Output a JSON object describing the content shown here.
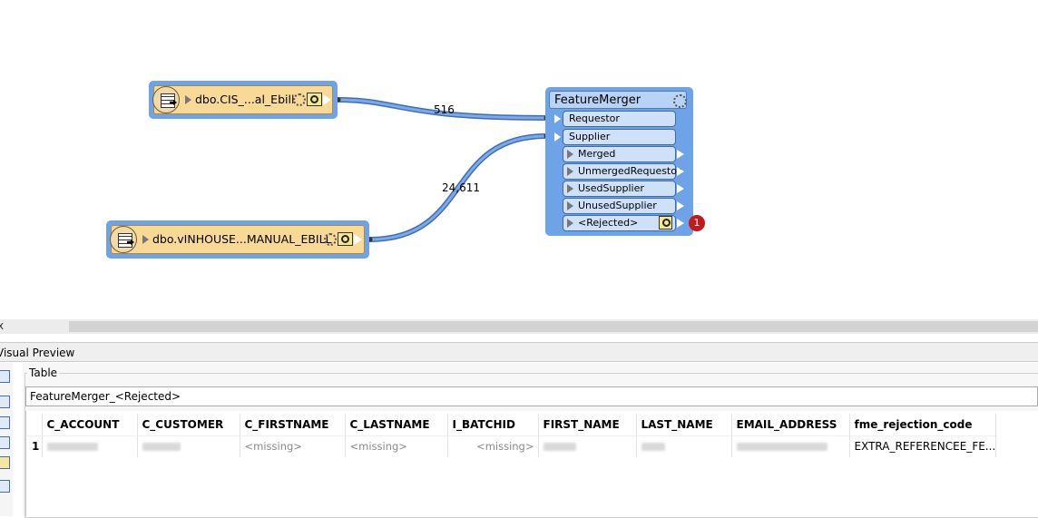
{
  "canvas": {
    "reader1": {
      "label": "dbo.CIS_...al_Ebill"
    },
    "reader2": {
      "label": "dbo.vINHOUSE...MANUAL_EBILL"
    },
    "connections": {
      "count_top": "516",
      "count_bottom": "24,611"
    },
    "transformer": {
      "title": "FeatureMerger",
      "input_ports": [
        "Requestor",
        "Supplier"
      ],
      "output_ports": [
        "Merged",
        "UnmergedRequestor",
        "UsedSupplier",
        "UnusedSupplier",
        "<Rejected>"
      ],
      "rejected_badge": "1"
    }
  },
  "visual_preview": {
    "close_glyph": "x",
    "title": "Visual Preview",
    "group_label": "Table",
    "selected_table": "FeatureMerger_<Rejected>",
    "columns": [
      "C_ACCOUNT",
      "C_CUSTOMER",
      "C_FIRSTNAME",
      "C_LASTNAME",
      "I_BATCHID",
      "FIRST_NAME",
      "LAST_NAME",
      "EMAIL_ADDRESS",
      "fme_rejection_code"
    ],
    "rows": [
      {
        "row_number": "1",
        "c_firstname": "<missing>",
        "c_lastname": "<missing>",
        "i_batchid": "<missing>",
        "fme_rejection_code": "EXTRA_REFERENCEE_FE..."
      }
    ]
  },
  "colors": {
    "node_blue": "#6fa3e8",
    "reader_fill": "#f9d996",
    "port_fill": "#cfe1f8",
    "badge_red": "#c21a1a"
  }
}
